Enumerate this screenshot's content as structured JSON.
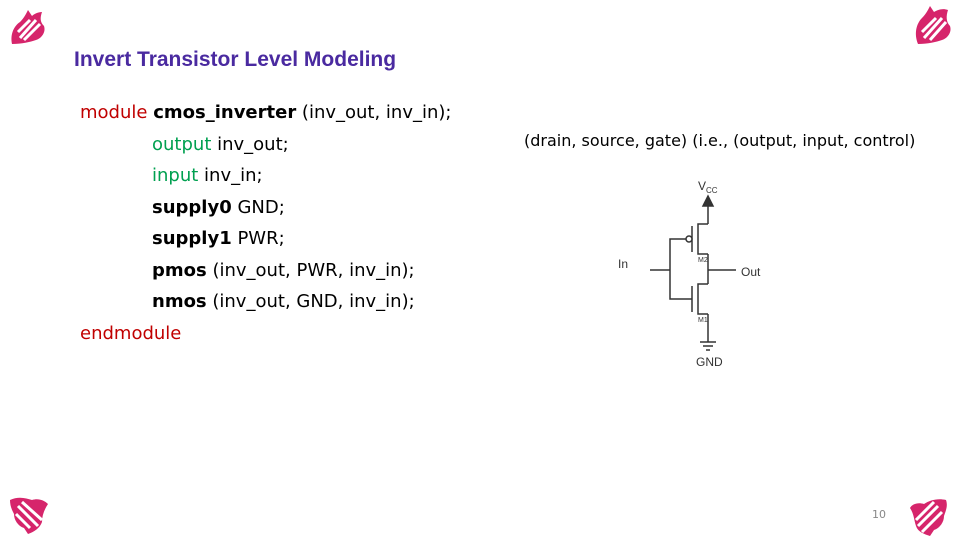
{
  "slide": {
    "title": "Invert Transistor Level Modeling",
    "page_number": "10"
  },
  "code": {
    "line1": {
      "kw": "module",
      "name": "cmos_inverter",
      "rest": " (inv_out, inv_in);"
    },
    "line2": {
      "kw": "output",
      "rest": " inv_out;"
    },
    "line3": {
      "kw": "input",
      "rest": " inv_in;"
    },
    "line4": {
      "kw": "supply0",
      "rest": " GND;"
    },
    "line5": {
      "kw": "supply1",
      "rest": " PWR;"
    },
    "line6": {
      "kw": "pmos",
      "rest": " (inv_out, PWR, inv_in);"
    },
    "line7": {
      "kw": "nmos",
      "rest": " (inv_out, GND, inv_in);"
    },
    "line8": {
      "kw": "endmodule"
    }
  },
  "note": "(drain, source, gate) (i.e., (output, input, control)",
  "schematic": {
    "vcc_label": "V",
    "vcc_sub": "CC",
    "in_label": "In",
    "out_label": "Out",
    "gnd_label": "GND",
    "m1_label": "M1",
    "m2_label": "M2"
  },
  "colors": {
    "title": "#4a2aa0",
    "keyword_red": "#c00000",
    "keyword_green": "#00a050",
    "logo": "#d6256b"
  }
}
